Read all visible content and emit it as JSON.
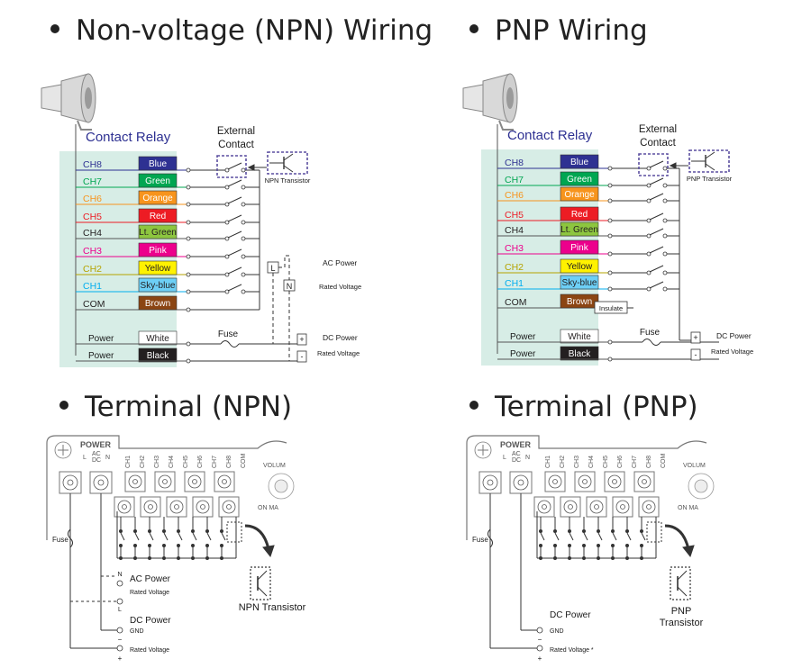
{
  "headings": {
    "npn_wiring": "Non-voltage (NPN) Wiring",
    "pnp_wiring": "PNP Wiring",
    "npn_terminal": "Terminal (NPN)",
    "pnp_terminal": "Terminal (PNP)"
  },
  "wiring": {
    "contact_relay": "Contact Relay",
    "external_contact": [
      "External",
      "Contact"
    ],
    "npn_transistor": "NPN Transistor",
    "pnp_transistor": "PNP Transistor",
    "channels": [
      {
        "ch": "CH8",
        "color_name": "Blue",
        "ch_color": "#2e3192",
        "box": "#2e3192",
        "text": "#ffffff"
      },
      {
        "ch": "CH7",
        "color_name": "Green",
        "ch_color": "#00a651",
        "box": "#00a651",
        "text": "#ffffff"
      },
      {
        "ch": "CH6",
        "color_name": "Orange",
        "ch_color": "#f7941d",
        "box": "#f7941d",
        "text": "#ffffff"
      },
      {
        "ch": "CH5",
        "color_name": "Red",
        "ch_color": "#ed1c24",
        "box": "#ed1c24",
        "text": "#ffffff"
      },
      {
        "ch": "CH4",
        "color_name": "Lt. Green",
        "ch_color": "#231f20",
        "box": "#8dc63f",
        "text": "#231f20"
      },
      {
        "ch": "CH3",
        "color_name": "Pink",
        "ch_color": "#ec008c",
        "box": "#ec008c",
        "text": "#ffffff"
      },
      {
        "ch": "CH2",
        "color_name": "Yellow",
        "ch_color": "#b5a300",
        "box": "#fff200",
        "text": "#231f20"
      },
      {
        "ch": "CH1",
        "color_name": "Sky-blue",
        "ch_color": "#00aeef",
        "box": "#6dcff6",
        "text": "#231f20"
      },
      {
        "ch": "COM",
        "color_name": "Brown",
        "ch_color": "#231f20",
        "box": "#8b4513",
        "text": "#ffffff"
      }
    ],
    "power_rows": [
      {
        "label": "Power",
        "color_name": "White",
        "box": "#ffffff",
        "text": "#231f20"
      },
      {
        "label": "Power",
        "color_name": "Black",
        "box": "#231f20",
        "text": "#ffffff"
      }
    ],
    "fuse": "Fuse",
    "ac_power": "AC Power",
    "rated_voltage": "Rated Voltage",
    "dc_power": "DC Power",
    "l_label": "L",
    "n_label": "N",
    "plus": "+",
    "minus": "-",
    "insulate": "Insulate"
  },
  "terminal": {
    "power": "POWER",
    "ac_dc": [
      "AC",
      "DC"
    ],
    "l_plus": "L",
    "n_minus": "N",
    "ch_labels": [
      "CH1",
      "CH2",
      "CH3",
      "CH4",
      "CH5",
      "CH6",
      "CH7",
      "CH8",
      "COM"
    ],
    "volume": "VOLUM",
    "on_ma": "ON  MA",
    "fuse": "Fuse",
    "ac_power": "AC Power",
    "rated_voltage": "Rated Voltage",
    "rated_voltage_star": "Rated Voltage *",
    "n": "N",
    "l": "L",
    "dc_power": "DC Power",
    "gnd": "GND",
    "minus": "−",
    "plus": "+",
    "npn_transistor": "NPN Transistor",
    "pnp_transistor": [
      "PNP",
      "Transistor"
    ]
  },
  "colors": {
    "relay_bg": "#d7ede6",
    "dashed": "#5b4fa0",
    "heading": "#222222",
    "contact_relay_text": "#2e3192"
  }
}
